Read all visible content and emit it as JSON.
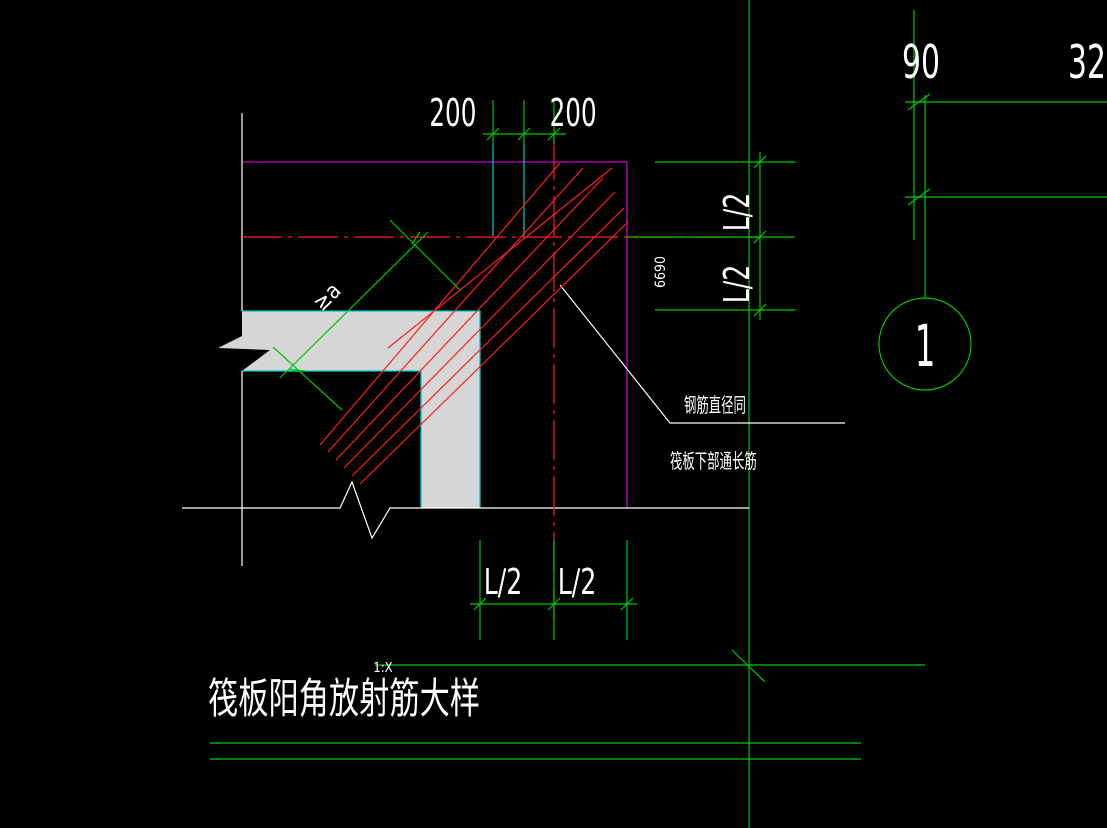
{
  "colors": {
    "background": "#000000",
    "white": "#ffffff",
    "green": "#00c800",
    "red": "#ff1e1e",
    "magenta": "#c800c8",
    "cyan": "#00c8c8",
    "concrete_fill": "#d6d6d6"
  },
  "drawing": {
    "title": "筏板阳角放射筋大样",
    "scale_mark": "1:X",
    "dim_top_left": "200",
    "dim_top_right": "200",
    "dim_right_upper": "L/2",
    "dim_right_lower": "L/2",
    "dim_bottom_left": "L/2",
    "dim_bottom_right": "L/2",
    "dim_side_value": "6690",
    "dim_diagonal": "≥a",
    "note_line_1": "钢筋直径同",
    "note_line_2": "筏板下部通长筋"
  },
  "right_panel": {
    "dim_90": "90",
    "dim_32": "32",
    "axis_bubble_label": "1"
  }
}
